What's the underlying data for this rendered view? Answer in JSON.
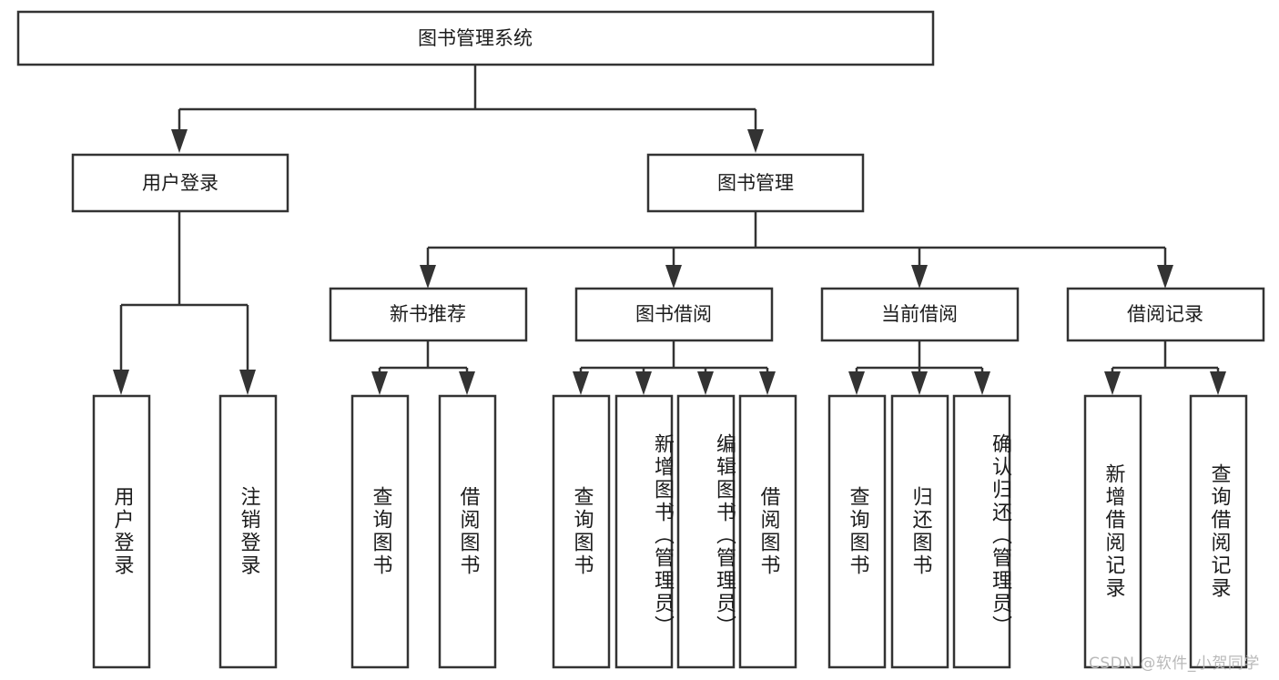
{
  "diagram": {
    "type": "tree",
    "title": "图书管理系统",
    "orientation": "top-down",
    "watermark": "CSDN @软件_小贺同学",
    "colors": {
      "background": "#ffffff",
      "box_fill": "#ffffff",
      "box_stroke": "#333333",
      "text": "#1b1b1b",
      "watermark": "#b9b9b9"
    },
    "nodes": {
      "root": {
        "label": "图书管理系统",
        "level": 1
      },
      "l2": [
        {
          "id": "user-login",
          "label": "用户登录"
        },
        {
          "id": "book-management",
          "label": "图书管理"
        }
      ],
      "l3": [
        {
          "id": "new-book-recommend",
          "label": "新书推荐",
          "parent": "book-management"
        },
        {
          "id": "book-borrow",
          "label": "图书借阅",
          "parent": "book-management"
        },
        {
          "id": "current-borrow",
          "label": "当前借阅",
          "parent": "book-management"
        },
        {
          "id": "borrow-record",
          "label": "借阅记录",
          "parent": "book-management"
        }
      ],
      "leaves": [
        {
          "id": "leaf-user-login",
          "label": "用户登录",
          "parent": "user-login"
        },
        {
          "id": "leaf-logout-login",
          "label": "注销登录",
          "parent": "user-login"
        },
        {
          "id": "leaf-query-book-1",
          "label": "查询图书",
          "parent": "new-book-recommend"
        },
        {
          "id": "leaf-borrow-book-1",
          "label": "借阅图书",
          "parent": "new-book-recommend"
        },
        {
          "id": "leaf-query-book-2",
          "label": "查询图书",
          "parent": "book-borrow"
        },
        {
          "id": "leaf-add-book",
          "label": "新增图书（管理员）",
          "parent": "book-borrow"
        },
        {
          "id": "leaf-edit-book",
          "label": "编辑图书（管理员）",
          "parent": "book-borrow"
        },
        {
          "id": "leaf-borrow-book-2",
          "label": "借阅图书",
          "parent": "book-borrow"
        },
        {
          "id": "leaf-query-book-3",
          "label": "查询图书",
          "parent": "current-borrow"
        },
        {
          "id": "leaf-return-book",
          "label": "归还图书",
          "parent": "current-borrow"
        },
        {
          "id": "leaf-confirm-return",
          "label": "确认归还（管理员）",
          "parent": "current-borrow"
        },
        {
          "id": "leaf-add-record",
          "label": "新增借阅记录",
          "parent": "borrow-record"
        },
        {
          "id": "leaf-query-record",
          "label": "查询借阅记录",
          "parent": "borrow-record"
        }
      ]
    }
  }
}
